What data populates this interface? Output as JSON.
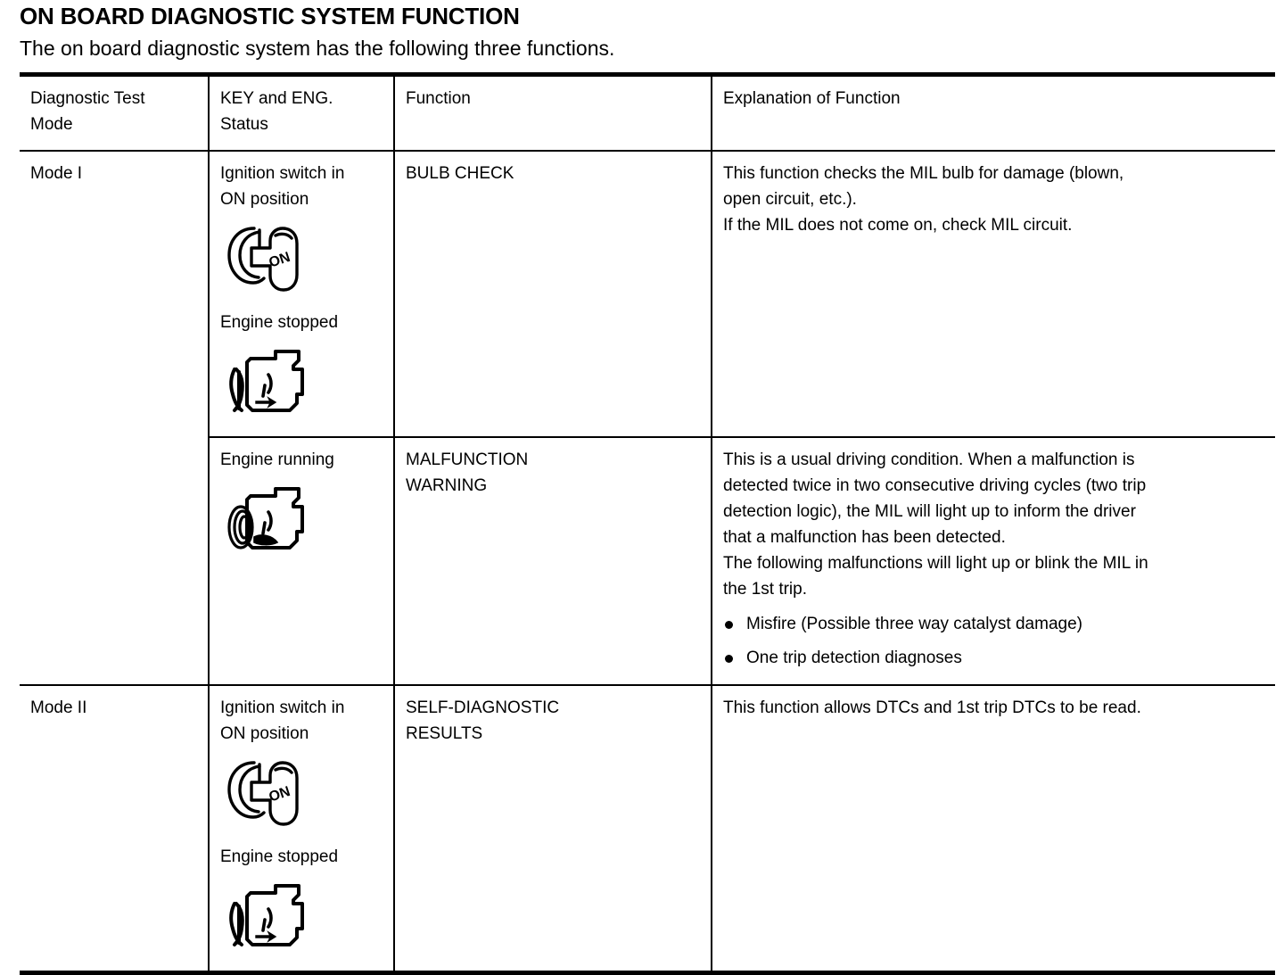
{
  "document": {
    "title": "ON BOARD DIAGNOSTIC SYSTEM FUNCTION",
    "subtitle": "The on board diagnostic system has the following three functions."
  },
  "table": {
    "headers": {
      "col1_line1": "Diagnostic Test",
      "col1_line2": "Mode",
      "col2_line1": "KEY and ENG.",
      "col2_line2": "Status",
      "col3": "Function",
      "col4": "Explanation of Function"
    },
    "rows": [
      {
        "mode": "Mode I",
        "status_line1": "Ignition switch in",
        "status_line2": "ON position",
        "key_icon_label": "ON",
        "engine_state": "Engine stopped",
        "engine_icon": "engine-stopped-icon",
        "function_line1": "BULB CHECK",
        "function_line2": "",
        "explanation_lines": [
          "This function checks the MIL bulb for damage (blown,",
          "open circuit, etc.).",
          "If the MIL does not come on, check MIL circuit."
        ],
        "bullets": []
      },
      {
        "mode": "",
        "status_line1": "",
        "status_line2": "",
        "key_icon_label": "",
        "engine_state": "Engine running",
        "engine_icon": "engine-running-icon",
        "function_line1": "MALFUNCTION",
        "function_line2": "WARNING",
        "explanation_lines": [
          "This is a usual driving condition. When a malfunction is",
          "detected twice in two consecutive driving cycles (two trip",
          "detection logic), the MIL will light up to inform the driver",
          "that a malfunction has been detected.",
          "The following malfunctions will light up or blink the MIL in",
          "the 1st trip."
        ],
        "bullets": [
          "Misfire (Possible three way catalyst damage)",
          "One trip detection diagnoses"
        ]
      },
      {
        "mode": "Mode II",
        "status_line1": "Ignition switch in",
        "status_line2": "ON position",
        "key_icon_label": "ON",
        "engine_state": "Engine stopped",
        "engine_icon": "engine-stopped-icon",
        "function_line1": "SELF-DIAGNOSTIC",
        "function_line2": "RESULTS",
        "explanation_lines": [
          "This function allows DTCs and 1st trip DTCs to be read."
        ],
        "bullets": []
      }
    ]
  },
  "colors": {
    "ink": "#000000",
    "paper": "#ffffff"
  }
}
